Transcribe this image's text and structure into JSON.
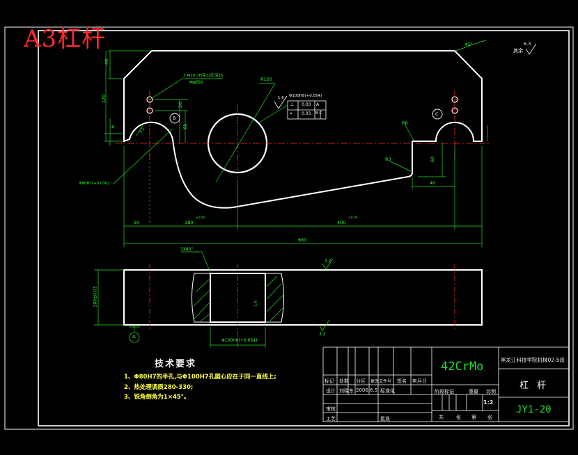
{
  "drawing_title": "A3杠杆",
  "roughness_note": "其余",
  "roughness_value": "6.3",
  "front_view": {
    "dimensions": [
      "40",
      "120",
      "6",
      "20",
      "60",
      "R120",
      "R8",
      "R3",
      "60",
      "40",
      "50",
      "180",
      "400",
      "660",
      "45°"
    ],
    "tol_180": "+0.05",
    "tol_400": "+0.05",
    "hole_note": "2-M10-7H深12孔深15",
    "hole_note2": "两面同位",
    "bore_label": "Φ80H7(+0.030)",
    "center_bore_label": "Φ100H8(+0.054)",
    "fcf_rows": [
      {
        "symbol": "⊥",
        "value": "0.03",
        "datum": "A"
      },
      {
        "symbol": "⌖",
        "value": "0.03",
        "datum": "B C"
      }
    ],
    "roughness_16": "1.6",
    "datum_b": "B",
    "datum_c": "C",
    "roughness_3_2": "3.2"
  },
  "side_view": {
    "height_label": "100±0.03",
    "chamfer": "3X45°",
    "roughness_top": "3.2",
    "roughness_bottom": "3.2",
    "width_label": "Φ100H8(+0.054)",
    "datum_a": "A",
    "roughness_inner": "1.6"
  },
  "tech_requirements": {
    "title": "技术要求",
    "items": [
      "1、Φ80H7的半孔,与Φ100H7孔圆心应在于同一直线上;",
      "2、热处理调质280-330;",
      "3、锐角倒角为1×45°。"
    ]
  },
  "title_block": {
    "material": "42CrMo",
    "school": "黑龙江科技学院机械02-5班",
    "part_name": "杠杆",
    "drawing_no": "JY1-20",
    "scale": "1:2",
    "row_labels": [
      "标记",
      "处数",
      "分区",
      "更改文件号",
      "签名",
      "年月日"
    ],
    "designer_row": [
      "设计",
      "刘晓东",
      "2006.6.5",
      "标准化"
    ],
    "review": "审核",
    "process": "工艺",
    "approve": "批准",
    "stage_label": "阶段标记",
    "weight_label": "重量",
    "scale_label": "比例",
    "sheet_labels": [
      "共",
      "张",
      "第",
      "张"
    ]
  }
}
